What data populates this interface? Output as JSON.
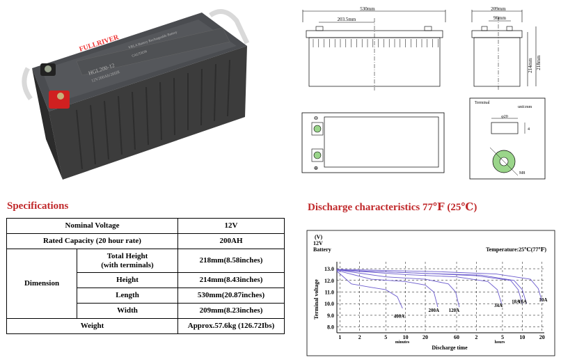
{
  "product": {
    "logo_text": "FULLRIVER",
    "model": "HGL200-12",
    "spec_line": "12V200Ah/20HR",
    "lid_title": "VRLA Battery Rechargeable Battery",
    "caution_label": "CAUTION"
  },
  "drawings": {
    "front": {
      "overall": "530mm",
      "partial": "203.5mm"
    },
    "side": {
      "width": "209mm",
      "partial": "96mm",
      "height": "214mm",
      "total_height": "218mm"
    },
    "terminal": {
      "title": "Terminal",
      "unit": "unit:mm",
      "diameter": "φ20",
      "depth": "4",
      "bolt": "M8"
    }
  },
  "specifications": {
    "title": "Specifications",
    "rows": {
      "nominal_voltage": {
        "label": "Nominal Voltage",
        "value": "12V"
      },
      "rated_capacity": {
        "label": "Rated Capacity (20 hour rate)",
        "value": "200AH"
      },
      "dimension_label": "Dimension",
      "total_height": {
        "label_line1": "Total Height",
        "label_line2": "(with terminals)",
        "value": "218mm(8.58inches)"
      },
      "height": {
        "label": "Height",
        "value": "214mm(8.43inches)"
      },
      "length": {
        "label": "Length",
        "value": "530mm(20.87inches)"
      },
      "width": {
        "label": "Width",
        "value": "209mm(8.23inches)"
      },
      "weight": {
        "label": "Weight",
        "value": "Approx.57.6kg (126.72Ibs)"
      }
    }
  },
  "discharge": {
    "title": "Discharge characteristics 77℉ (25℃)"
  },
  "chart_data": {
    "type": "line",
    "title": "",
    "unit_label": "(V)",
    "ylabel_top1": "12V",
    "ylabel_top2": "Battery",
    "ylabel": "Terminal voltage",
    "xlabel": "Discharge time",
    "temperature": "Temperature:25℃(77℉)",
    "y_ticks": [
      "13.0",
      "12.0",
      "11.0",
      "10.0",
      "9.0",
      "8.0"
    ],
    "y_tick_values": [
      13,
      12,
      11,
      10,
      9,
      8
    ],
    "ylim": [
      7.5,
      13.6
    ],
    "x_ticks": [
      {
        "label": "1",
        "min": 1
      },
      {
        "label": "2",
        "min": 2
      },
      {
        "label": "5",
        "min": 5
      },
      {
        "label": "10",
        "min": 10
      },
      {
        "label": "20",
        "min": 20
      },
      {
        "label": "60",
        "min": 60
      },
      {
        "label": "2",
        "min": 120
      },
      {
        "label": "5",
        "min": 300
      },
      {
        "label": "10",
        "min": 600
      },
      {
        "label": "20",
        "min": 1200
      }
    ],
    "minutes_label": "minutes",
    "hours_label": "hours",
    "series": [
      {
        "name": "400A",
        "x_min": [
          0.9,
          1.5,
          3,
          5,
          7.5,
          9
        ],
        "y": [
          12.8,
          11.7,
          11.4,
          11.2,
          10.6,
          9.6
        ],
        "label_x_min": 8,
        "label_y": 8.8
      },
      {
        "name": "200A",
        "x_min": [
          0.9,
          3,
          10,
          20,
          27,
          31
        ],
        "y": [
          12.85,
          12.1,
          11.9,
          11.6,
          11.0,
          9.7
        ],
        "label_x_min": 27,
        "label_y": 9.3
      },
      {
        "name": "120A",
        "x_min": [
          0.9,
          5,
          20,
          45,
          58,
          66
        ],
        "y": [
          12.9,
          12.3,
          12.1,
          11.7,
          11.0,
          9.7
        ],
        "label_x_min": 55,
        "label_y": 9.3
      },
      {
        "name": "34A",
        "x_min": [
          0.9,
          10,
          60,
          180,
          250,
          290
        ],
        "y": [
          12.9,
          12.5,
          12.3,
          11.9,
          11.2,
          10.0
        ],
        "label_x_min": 260,
        "label_y": 9.7
      },
      {
        "name": "18A",
        "x_min": [
          0.9,
          20,
          120,
          400,
          520,
          600
        ],
        "y": [
          12.9,
          12.6,
          12.4,
          12.0,
          11.2,
          10.0
        ],
        "label_x_min": 480,
        "label_y": 10.05
      },
      {
        "name": "16A",
        "x_min": [
          0.9,
          20,
          140,
          450,
          600,
          700
        ],
        "y": [
          12.9,
          12.6,
          12.45,
          12.0,
          11.2,
          10.0
        ],
        "label_x_min": 610,
        "label_y": 10.05
      },
      {
        "name": "10A",
        "x_min": [
          0.9,
          30,
          240,
          800,
          1050,
          1200
        ],
        "y": [
          12.95,
          12.75,
          12.55,
          12.1,
          11.3,
          10.2
        ],
        "label_x_min": 1250,
        "label_y": 10.2
      }
    ]
  }
}
